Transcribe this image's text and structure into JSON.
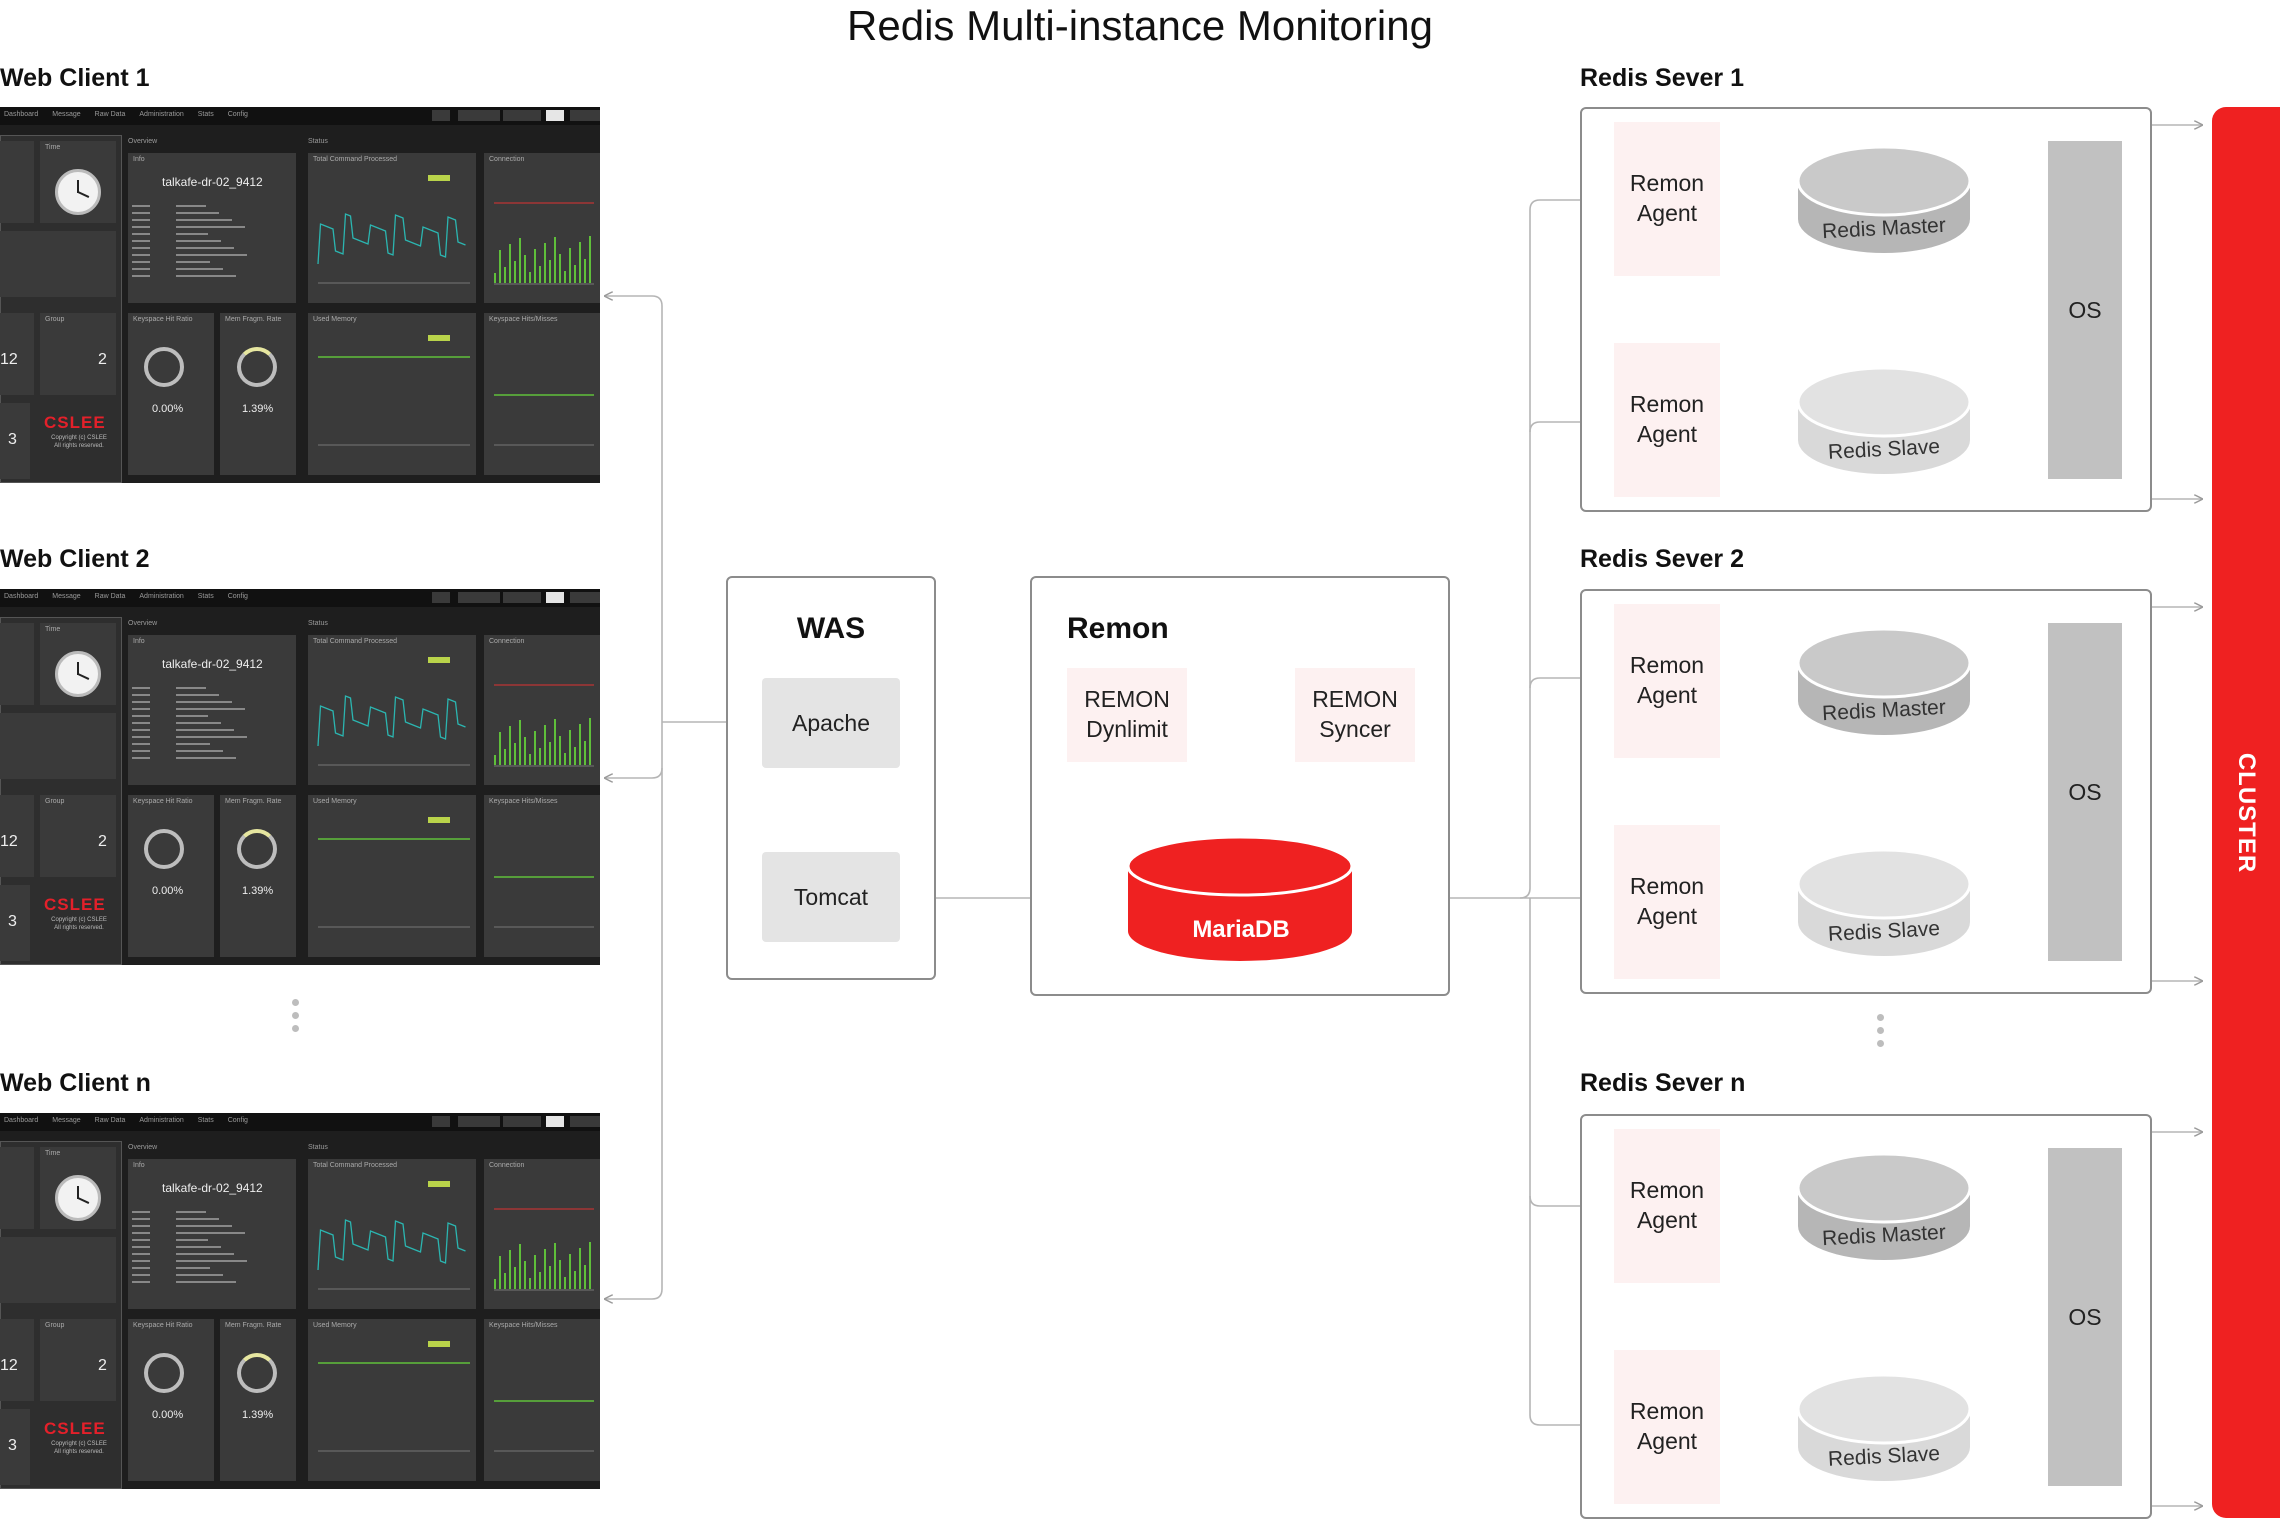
{
  "title": "Redis Multi-instance Monitoring",
  "web_clients": [
    {
      "label": "Web Client 1"
    },
    {
      "label": "Web Client 2"
    },
    {
      "label": "Web Client n"
    }
  ],
  "screen": {
    "menu": [
      "Dashboard",
      "Message",
      "Raw Data",
      "Administration",
      "Stats",
      "Config"
    ],
    "overview": "Overview",
    "status": "Status",
    "time": "Time",
    "info": "Info",
    "hostname": "talkafe-dr-02_9412",
    "total_commands": "Total Command Processed",
    "connection": "Connection",
    "group": "Group",
    "keyspace_hit_ratio": "Keyspace Hit Ratio",
    "mem_frag_rate": "Mem Fragm. Rate",
    "used_memory": "Used Memory",
    "keyspace_hits_misses": "Keyspace Hits/Misses",
    "count_left": "12",
    "count_right": "2",
    "count_bottom": "3",
    "hit_ratio_value": "0.00%",
    "frag_value": "1.39%",
    "logo": "CSLEE",
    "copyright_1": "Copyright (c) CSLEE",
    "copyright_2": "All rights reserved."
  },
  "was": {
    "title": "WAS",
    "apache": "Apache",
    "tomcat": "Tomcat"
  },
  "remon": {
    "title": "Remon",
    "dynlimit": [
      "REMON",
      "Dynlimit"
    ],
    "syncer": [
      "REMON",
      "Syncer"
    ],
    "db": "MariaDB"
  },
  "servers": [
    {
      "label": "Redis Sever 1"
    },
    {
      "label": "Redis Sever 2"
    },
    {
      "label": "Redis Sever n"
    }
  ],
  "server_parts": {
    "agent": [
      "Remon",
      "Agent"
    ],
    "master": "Redis Master",
    "slave": "Redis Slave",
    "os": "OS"
  },
  "cluster": "CLUSTER",
  "colors": {
    "accent": "#ef2121",
    "agent_bg": "#fdf1f1",
    "node_grey": "#e4e4e4",
    "os_grey": "#c1c1c1"
  }
}
